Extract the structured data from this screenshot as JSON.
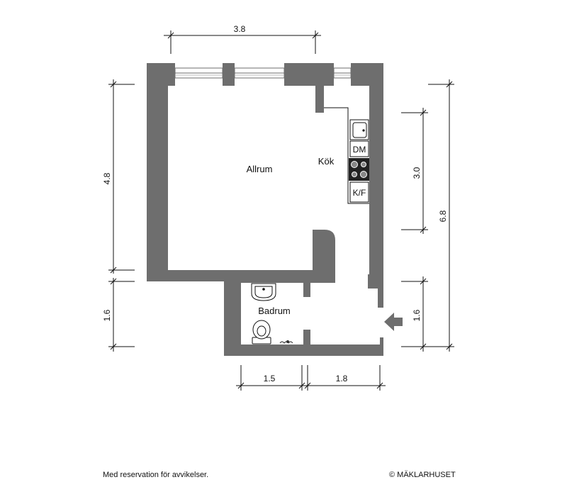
{
  "rooms": {
    "living": "Allrum",
    "kitchen": "Kök",
    "bathroom": "Badrum"
  },
  "appliances": {
    "dishwasher": "DM",
    "fridge_freezer": "K/F"
  },
  "dimensions": {
    "top_width": "3.8",
    "left_upper_height": "4.8",
    "left_lower_height": "1.6",
    "right_middle_height": "3.0",
    "right_total_height": "6.8",
    "right_lower_height": "1.6",
    "bottom_left_width": "1.5",
    "bottom_right_width": "1.8"
  },
  "footer": {
    "disclaimer": "Med reservation för avvikelser.",
    "copyright": "© MÄKLARHUSET"
  },
  "colors": {
    "wall": "#6e6e6e",
    "line": "#111111",
    "background": "#ffffff"
  }
}
